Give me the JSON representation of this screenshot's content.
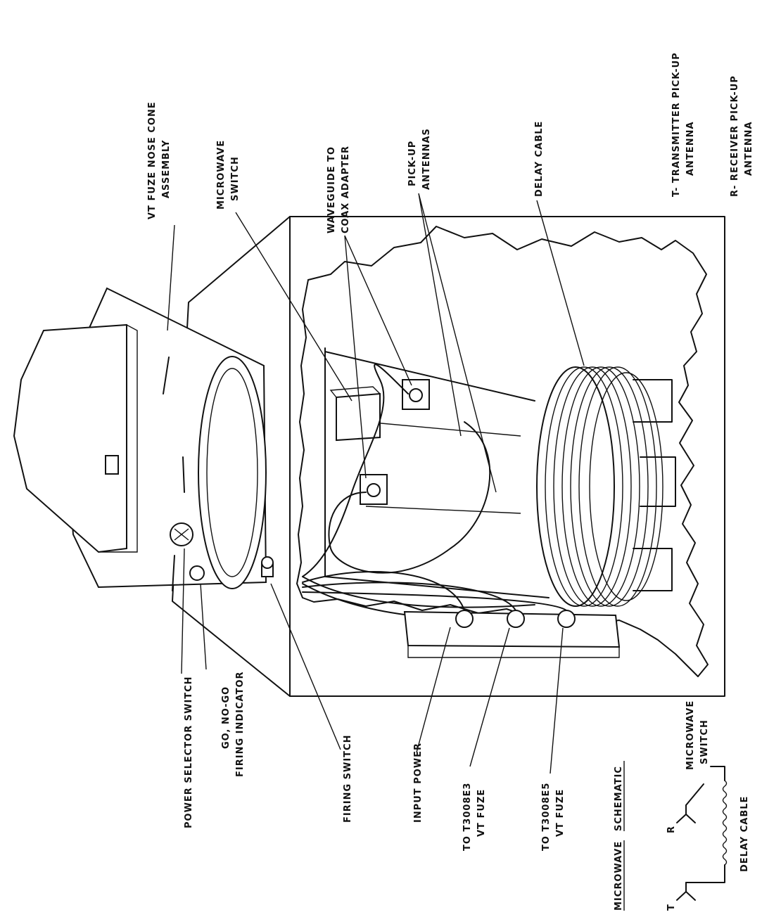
{
  "labels": {
    "vt_fuze_nose_cone": [
      "VT FUZE NOSE CONE",
      "ASSEMBLY"
    ],
    "microwave_switch": [
      "MICROWAVE",
      "SWITCH"
    ],
    "waveguide_adapter": [
      "WAVEGUIDE TO",
      "COAX ADAPTER"
    ],
    "pickup_antennas": [
      "PICK-UP",
      "ANTENNAS"
    ],
    "delay_cable": "DELAY CABLE",
    "t_legend": [
      "T- TRANSMITTER PICK-UP",
      "ANTENNA"
    ],
    "r_legend": [
      "R- RECEIVER PICK-UP",
      "ANTENNA"
    ],
    "power_selector": "POWER SELECTOR SWITCH",
    "go_nogo": [
      "GO, NO-GO",
      "FIRING INDICATOR"
    ],
    "firing_switch": "FIRING SWITCH",
    "input_power": "INPUT POWER",
    "t3008e3": [
      "TO T3008E3",
      "VT FUZE"
    ],
    "t3008e5": [
      "TO T3008E5",
      "VT FUZE"
    ]
  },
  "schematic": {
    "title_a": "MICROWAVE",
    "title_b": "SCHEMATIC",
    "t": "T",
    "r": "R",
    "switch": [
      "MICROWAVE",
      "SWITCH"
    ],
    "delay_cable": "DELAY CABLE"
  }
}
